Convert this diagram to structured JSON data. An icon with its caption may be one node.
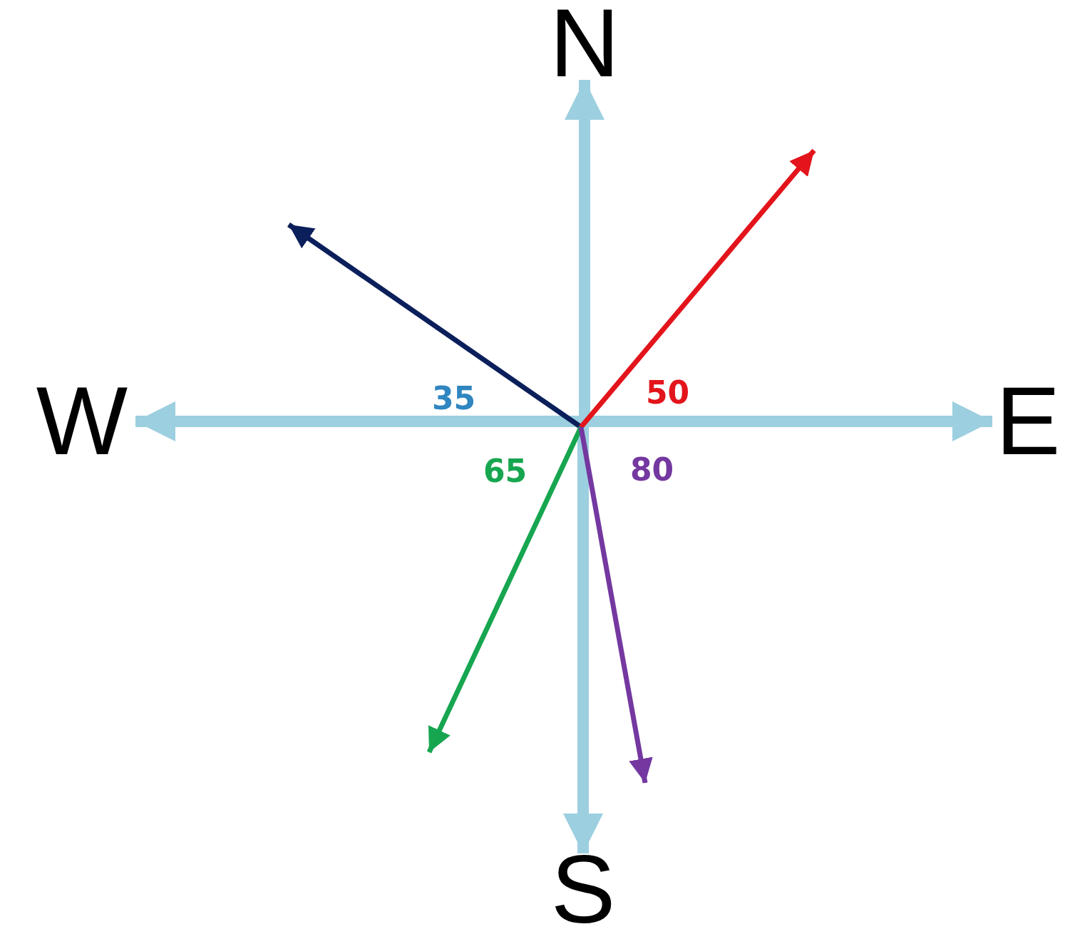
{
  "diagram": {
    "nodes": [
      {
        "text": [
          "N"
        ]
      },
      {
        "text": [
          "E"
        ]
      },
      {
        "text": [
          "S"
        ]
      },
      {
        "text": [
          "W"
        ]
      }
    ],
    "edges": [
      {
        "from": null,
        "to": 0,
        "arrow": "to"
      },
      {
        "from": null,
        "to": 1,
        "arrow": "to"
      },
      {
        "from": null,
        "to": 2,
        "arrow": "to"
      },
      {
        "from": null,
        "to": 3,
        "arrow": "to"
      }
    ],
    "labels": [
      "35",
      "50",
      "65",
      "80"
    ]
  }
}
